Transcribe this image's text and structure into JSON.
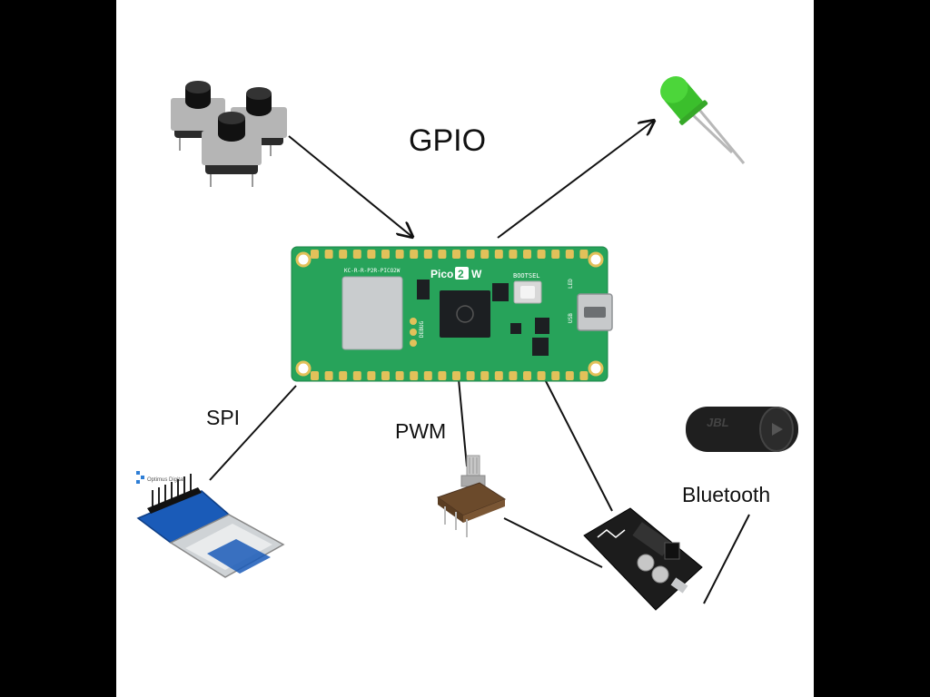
{
  "labels": {
    "gpio": "GPIO",
    "spi": "SPI",
    "pwm": "PWM",
    "bluetooth": "Bluetooth"
  },
  "board": {
    "name_prefix": "Pico",
    "name_badge": "2",
    "name_suffix": "W",
    "bootsel": "BOOTSEL",
    "debug": "DEBUG",
    "silkscreen": "KC-R-R-P2R-PICO2W",
    "led": "LED",
    "usb": "USB"
  },
  "sd_module": {
    "brand": "Optimus Digital"
  },
  "speaker": {
    "brand": "JBL"
  },
  "colors": {
    "pcb_green": "#27a35a",
    "pad_gold": "#e2c15a",
    "led_green": "#4cd63a",
    "sd_blue": "#1a5bb8",
    "bt_black": "#1c1c1c"
  }
}
